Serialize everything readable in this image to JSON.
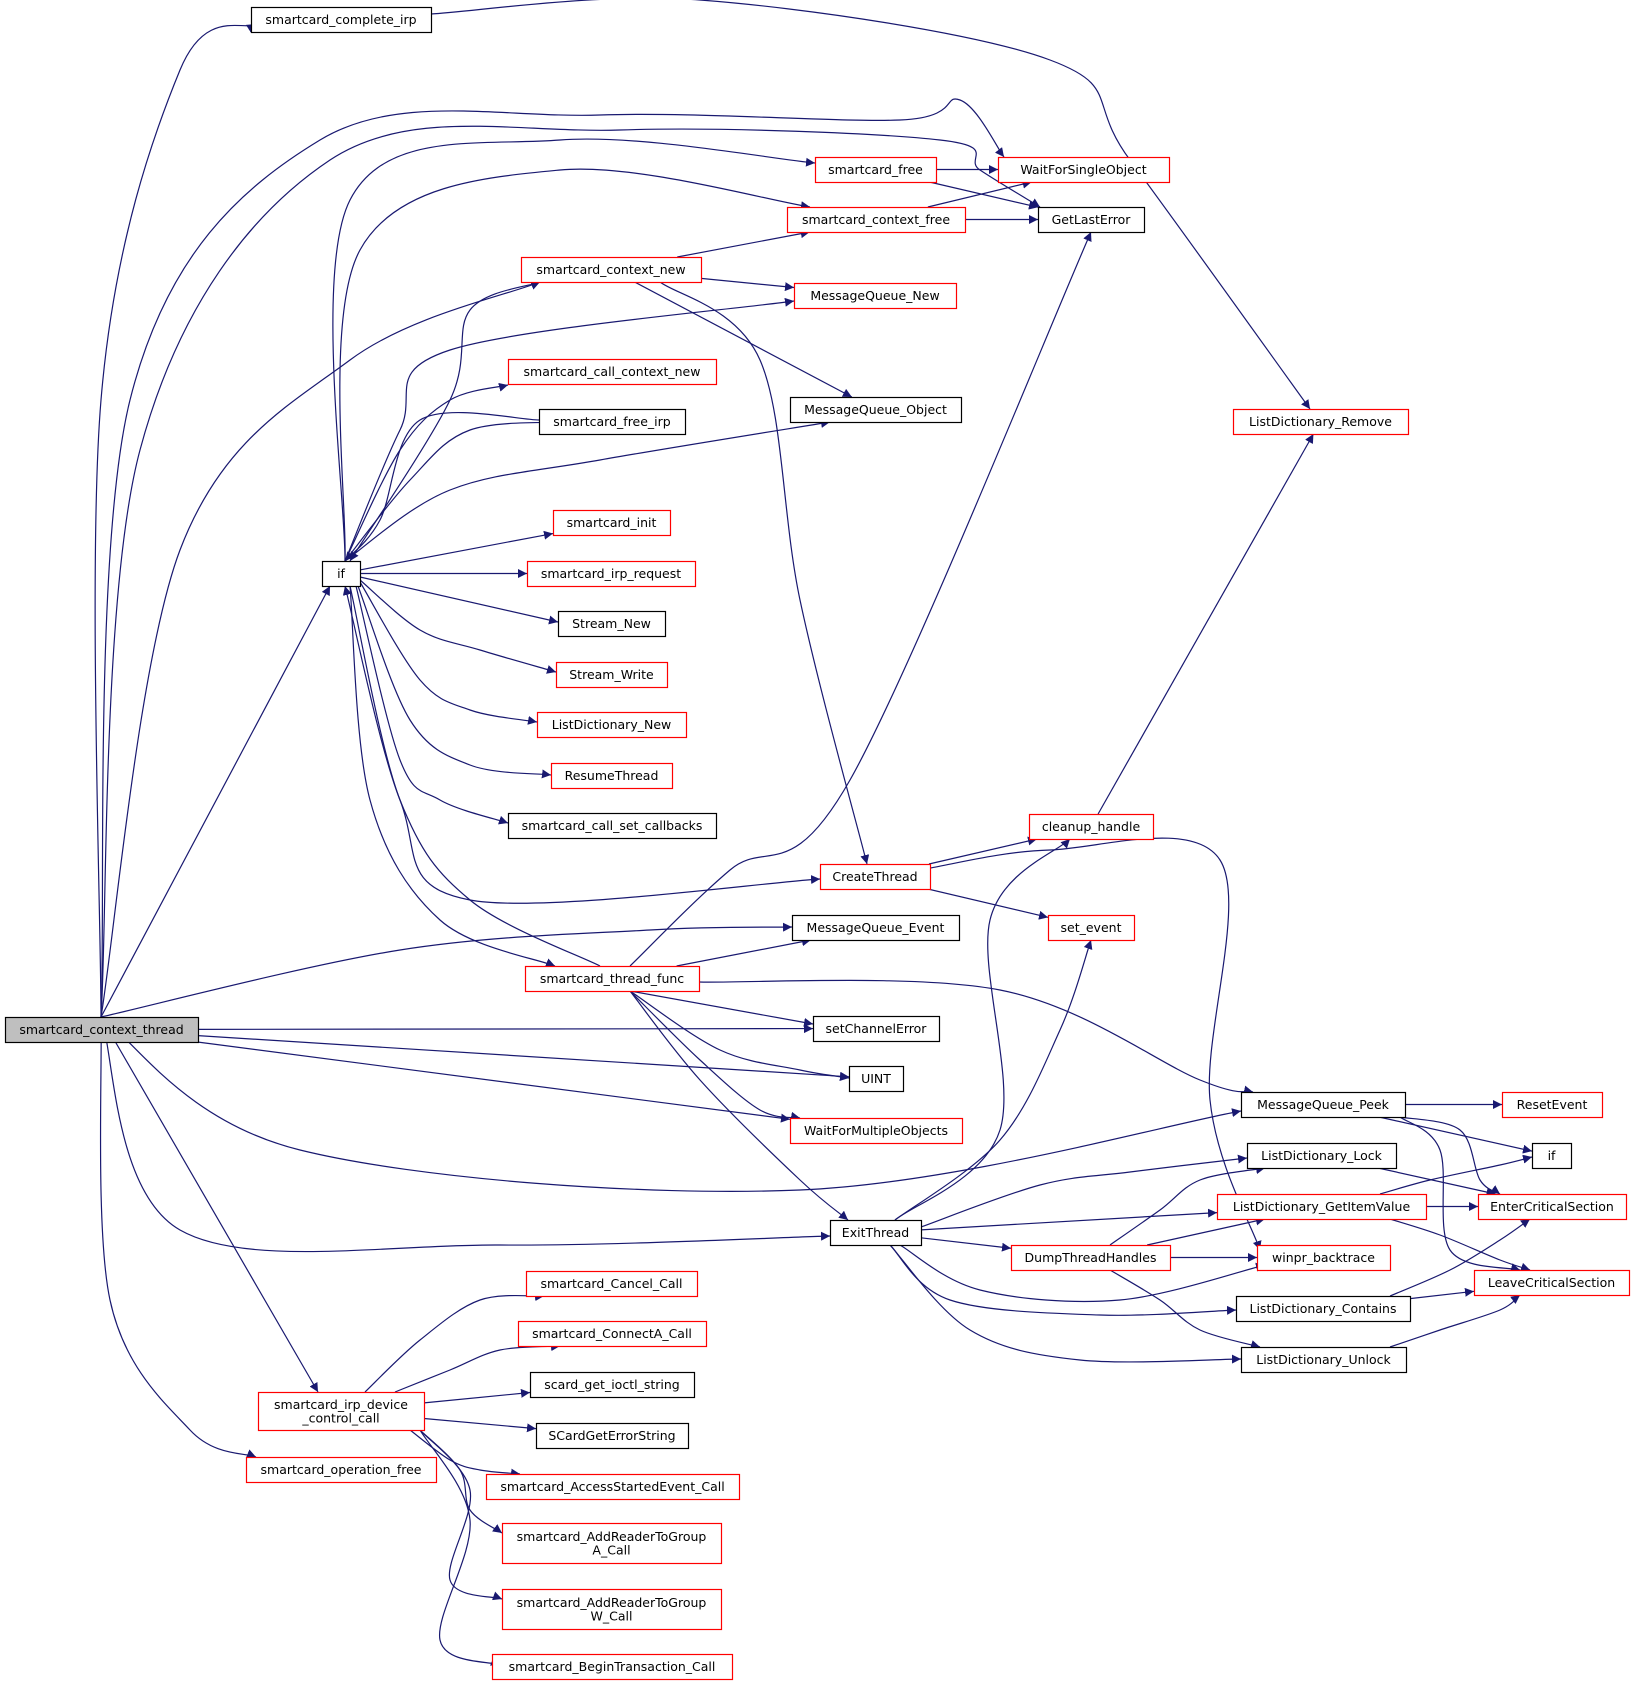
{
  "graph": {
    "nodes": [
      {
        "id": "smartcard_context_thread",
        "lines": [
          "smartcard_context_thread"
        ],
        "style": "root"
      },
      {
        "id": "smartcard_complete_irp",
        "lines": [
          "smartcard_complete_irp"
        ],
        "style": "plain"
      },
      {
        "id": "WaitForSingleObject",
        "lines": [
          "WaitForSingleObject"
        ],
        "style": "red"
      },
      {
        "id": "smartcard_free",
        "lines": [
          "smartcard_free"
        ],
        "style": "red"
      },
      {
        "id": "GetLastError",
        "lines": [
          "GetLastError"
        ],
        "style": "plain"
      },
      {
        "id": "smartcard_context_free",
        "lines": [
          "smartcard_context_free"
        ],
        "style": "red"
      },
      {
        "id": "smartcard_context_new",
        "lines": [
          "smartcard_context_new"
        ],
        "style": "red"
      },
      {
        "id": "MessageQueue_New",
        "lines": [
          "MessageQueue_New"
        ],
        "style": "red"
      },
      {
        "id": "smartcard_call_context_new",
        "lines": [
          "smartcard_call_context_new"
        ],
        "style": "red"
      },
      {
        "id": "MessageQueue_Object",
        "lines": [
          "MessageQueue_Object"
        ],
        "style": "plain"
      },
      {
        "id": "ListDictionary_Remove",
        "lines": [
          "ListDictionary_Remove"
        ],
        "style": "red"
      },
      {
        "id": "smartcard_free_irp",
        "lines": [
          "smartcard_free_irp"
        ],
        "style": "plain"
      },
      {
        "id": "smartcard_init",
        "lines": [
          "smartcard_init"
        ],
        "style": "red"
      },
      {
        "id": "if_main",
        "lines": [
          "if"
        ],
        "style": "plain"
      },
      {
        "id": "smartcard_irp_request",
        "lines": [
          "smartcard_irp_request"
        ],
        "style": "red"
      },
      {
        "id": "Stream_New",
        "lines": [
          "Stream_New"
        ],
        "style": "plain"
      },
      {
        "id": "Stream_Write",
        "lines": [
          "Stream_Write"
        ],
        "style": "red"
      },
      {
        "id": "ListDictionary_New",
        "lines": [
          "ListDictionary_New"
        ],
        "style": "red"
      },
      {
        "id": "ResumeThread",
        "lines": [
          "ResumeThread"
        ],
        "style": "red"
      },
      {
        "id": "smartcard_call_set_callbacks",
        "lines": [
          "smartcard_call_set_callbacks"
        ],
        "style": "plain"
      },
      {
        "id": "cleanup_handle",
        "lines": [
          "cleanup_handle"
        ],
        "style": "red"
      },
      {
        "id": "CreateThread",
        "lines": [
          "CreateThread"
        ],
        "style": "red"
      },
      {
        "id": "set_event",
        "lines": [
          "set_event"
        ],
        "style": "red"
      },
      {
        "id": "MessageQueue_Event",
        "lines": [
          "MessageQueue_Event"
        ],
        "style": "plain"
      },
      {
        "id": "smartcard_thread_func",
        "lines": [
          "smartcard_thread_func"
        ],
        "style": "red"
      },
      {
        "id": "setChannelError",
        "lines": [
          "setChannelError"
        ],
        "style": "plain"
      },
      {
        "id": "UINT",
        "lines": [
          "UINT"
        ],
        "style": "plain"
      },
      {
        "id": "MessageQueue_Peek",
        "lines": [
          "MessageQueue_Peek"
        ],
        "style": "plain"
      },
      {
        "id": "ResetEvent",
        "lines": [
          "ResetEvent"
        ],
        "style": "red"
      },
      {
        "id": "WaitForMultipleObjects",
        "lines": [
          "WaitForMultipleObjects"
        ],
        "style": "red"
      },
      {
        "id": "if_right",
        "lines": [
          "if"
        ],
        "style": "plain"
      },
      {
        "id": "ListDictionary_Lock",
        "lines": [
          "ListDictionary_Lock"
        ],
        "style": "plain"
      },
      {
        "id": "ListDictionary_GetItemValue",
        "lines": [
          "ListDictionary_GetItemValue"
        ],
        "style": "red"
      },
      {
        "id": "EnterCriticalSection",
        "lines": [
          "EnterCriticalSection"
        ],
        "style": "red"
      },
      {
        "id": "ExitThread",
        "lines": [
          "ExitThread"
        ],
        "style": "plain"
      },
      {
        "id": "DumpThreadHandles",
        "lines": [
          "DumpThreadHandles"
        ],
        "style": "red"
      },
      {
        "id": "winpr_backtrace",
        "lines": [
          "winpr_backtrace"
        ],
        "style": "red"
      },
      {
        "id": "LeaveCriticalSection",
        "lines": [
          "LeaveCriticalSection"
        ],
        "style": "red"
      },
      {
        "id": "ListDictionary_Contains",
        "lines": [
          "ListDictionary_Contains"
        ],
        "style": "plain"
      },
      {
        "id": "ListDictionary_Unlock",
        "lines": [
          "ListDictionary_Unlock"
        ],
        "style": "plain"
      },
      {
        "id": "smartcard_Cancel_Call",
        "lines": [
          "smartcard_Cancel_Call"
        ],
        "style": "red"
      },
      {
        "id": "smartcard_ConnectA_Call",
        "lines": [
          "smartcard_ConnectA_Call"
        ],
        "style": "red"
      },
      {
        "id": "scard_get_ioctl_string",
        "lines": [
          "scard_get_ioctl_string"
        ],
        "style": "plain"
      },
      {
        "id": "smartcard_irp_device_control_call",
        "lines": [
          "smartcard_irp_device",
          "_control_call"
        ],
        "style": "red"
      },
      {
        "id": "SCardGetErrorString",
        "lines": [
          "SCardGetErrorString"
        ],
        "style": "plain"
      },
      {
        "id": "smartcard_operation_free",
        "lines": [
          "smartcard_operation_free"
        ],
        "style": "red"
      },
      {
        "id": "smartcard_AccessStartedEvent_Call",
        "lines": [
          "smartcard_AccessStartedEvent_Call"
        ],
        "style": "red"
      },
      {
        "id": "smartcard_AddReaderToGroupA_Call",
        "lines": [
          "smartcard_AddReaderToGroup",
          "A_Call"
        ],
        "style": "red"
      },
      {
        "id": "smartcard_AddReaderToGroupW_Call",
        "lines": [
          "smartcard_AddReaderToGroup",
          "W_Call"
        ],
        "style": "red"
      },
      {
        "id": "smartcard_BeginTransaction_Call",
        "lines": [
          "smartcard_BeginTransaction_Call"
        ],
        "style": "red"
      }
    ],
    "edges": [
      [
        "smartcard_context_thread",
        "smartcard_complete_irp"
      ],
      [
        "smartcard_context_thread",
        "WaitForSingleObject"
      ],
      [
        "smartcard_context_thread",
        "GetLastError"
      ],
      [
        "smartcard_context_thread",
        "smartcard_context_new"
      ],
      [
        "smartcard_context_thread",
        "if_main"
      ],
      [
        "smartcard_context_thread",
        "MessageQueue_Event"
      ],
      [
        "smartcard_context_thread",
        "setChannelError"
      ],
      [
        "smartcard_context_thread",
        "UINT"
      ],
      [
        "smartcard_context_thread",
        "WaitForMultipleObjects"
      ],
      [
        "smartcard_context_thread",
        "MessageQueue_Peek"
      ],
      [
        "smartcard_context_thread",
        "ExitThread"
      ],
      [
        "smartcard_context_thread",
        "smartcard_irp_device_control_call"
      ],
      [
        "smartcard_context_thread",
        "smartcard_operation_free"
      ],
      [
        "smartcard_complete_irp",
        "ListDictionary_Remove"
      ],
      [
        "smartcard_free",
        "WaitForSingleObject"
      ],
      [
        "smartcard_free",
        "GetLastError"
      ],
      [
        "smartcard_context_free",
        "WaitForSingleObject"
      ],
      [
        "smartcard_context_free",
        "GetLastError"
      ],
      [
        "smartcard_context_new",
        "smartcard_context_free"
      ],
      [
        "smartcard_context_new",
        "MessageQueue_New"
      ],
      [
        "smartcard_context_new",
        "MessageQueue_Object"
      ],
      [
        "smartcard_context_new",
        "CreateThread"
      ],
      [
        "if_main",
        "smartcard_free"
      ],
      [
        "if_main",
        "smartcard_context_free"
      ],
      [
        "if_main",
        "MessageQueue_New"
      ],
      [
        "if_main",
        "smartcard_call_context_new"
      ],
      [
        "if_main",
        "smartcard_free_irp"
      ],
      [
        "if_main",
        "MessageQueue_Object"
      ],
      [
        "if_main",
        "smartcard_init"
      ],
      [
        "if_main",
        "smartcard_irp_request"
      ],
      [
        "if_main",
        "Stream_New"
      ],
      [
        "if_main",
        "Stream_Write"
      ],
      [
        "if_main",
        "ListDictionary_New"
      ],
      [
        "if_main",
        "ResumeThread"
      ],
      [
        "if_main",
        "smartcard_call_set_callbacks"
      ],
      [
        "if_main",
        "CreateThread"
      ],
      [
        "if_main",
        "smartcard_thread_func"
      ],
      [
        "smartcard_free_irp",
        "if_main"
      ],
      [
        "smartcard_context_new",
        "if_main"
      ],
      [
        "smartcard_thread_func",
        "if_main"
      ],
      [
        "CreateThread",
        "cleanup_handle"
      ],
      [
        "CreateThread",
        "set_event"
      ],
      [
        "CreateThread",
        "winpr_backtrace"
      ],
      [
        "cleanup_handle",
        "ListDictionary_Remove"
      ],
      [
        "smartcard_thread_func",
        "GetLastError"
      ],
      [
        "smartcard_thread_func",
        "MessageQueue_Event"
      ],
      [
        "smartcard_thread_func",
        "setChannelError"
      ],
      [
        "smartcard_thread_func",
        "UINT"
      ],
      [
        "smartcard_thread_func",
        "WaitForMultipleObjects"
      ],
      [
        "smartcard_thread_func",
        "MessageQueue_Peek"
      ],
      [
        "smartcard_thread_func",
        "ExitThread"
      ],
      [
        "MessageQueue_Peek",
        "ResetEvent"
      ],
      [
        "MessageQueue_Peek",
        "if_right"
      ],
      [
        "MessageQueue_Peek",
        "EnterCriticalSection"
      ],
      [
        "MessageQueue_Peek",
        "LeaveCriticalSection"
      ],
      [
        "ListDictionary_Lock",
        "EnterCriticalSection"
      ],
      [
        "ListDictionary_GetItemValue",
        "if_right"
      ],
      [
        "ListDictionary_GetItemValue",
        "EnterCriticalSection"
      ],
      [
        "ListDictionary_GetItemValue",
        "LeaveCriticalSection"
      ],
      [
        "ExitThread",
        "cleanup_handle"
      ],
      [
        "ExitThread",
        "set_event"
      ],
      [
        "ExitThread",
        "ListDictionary_Lock"
      ],
      [
        "ExitThread",
        "ListDictionary_GetItemValue"
      ],
      [
        "ExitThread",
        "DumpThreadHandles"
      ],
      [
        "ExitThread",
        "winpr_backtrace"
      ],
      [
        "ExitThread",
        "ListDictionary_Contains"
      ],
      [
        "ExitThread",
        "ListDictionary_Unlock"
      ],
      [
        "DumpThreadHandles",
        "ListDictionary_Lock"
      ],
      [
        "DumpThreadHandles",
        "ListDictionary_GetItemValue"
      ],
      [
        "DumpThreadHandles",
        "winpr_backtrace"
      ],
      [
        "DumpThreadHandles",
        "ListDictionary_Unlock"
      ],
      [
        "ListDictionary_Contains",
        "EnterCriticalSection"
      ],
      [
        "ListDictionary_Contains",
        "LeaveCriticalSection"
      ],
      [
        "ListDictionary_Unlock",
        "LeaveCriticalSection"
      ],
      [
        "smartcard_irp_device_control_call",
        "smartcard_Cancel_Call"
      ],
      [
        "smartcard_irp_device_control_call",
        "smartcard_ConnectA_Call"
      ],
      [
        "smartcard_irp_device_control_call",
        "scard_get_ioctl_string"
      ],
      [
        "smartcard_irp_device_control_call",
        "SCardGetErrorString"
      ],
      [
        "smartcard_irp_device_control_call",
        "smartcard_AccessStartedEvent_Call"
      ],
      [
        "smartcard_irp_device_control_call",
        "smartcard_AddReaderToGroupA_Call"
      ],
      [
        "smartcard_irp_device_control_call",
        "smartcard_AddReaderToGroupW_Call"
      ],
      [
        "smartcard_irp_device_control_call",
        "smartcard_BeginTransaction_Call"
      ]
    ]
  },
  "colors": {
    "edge": "#191970",
    "root_fill": "#bfbfbf",
    "plain_border": "#000000",
    "red_border": "#ff0000",
    "node_fill": "#ffffff"
  }
}
